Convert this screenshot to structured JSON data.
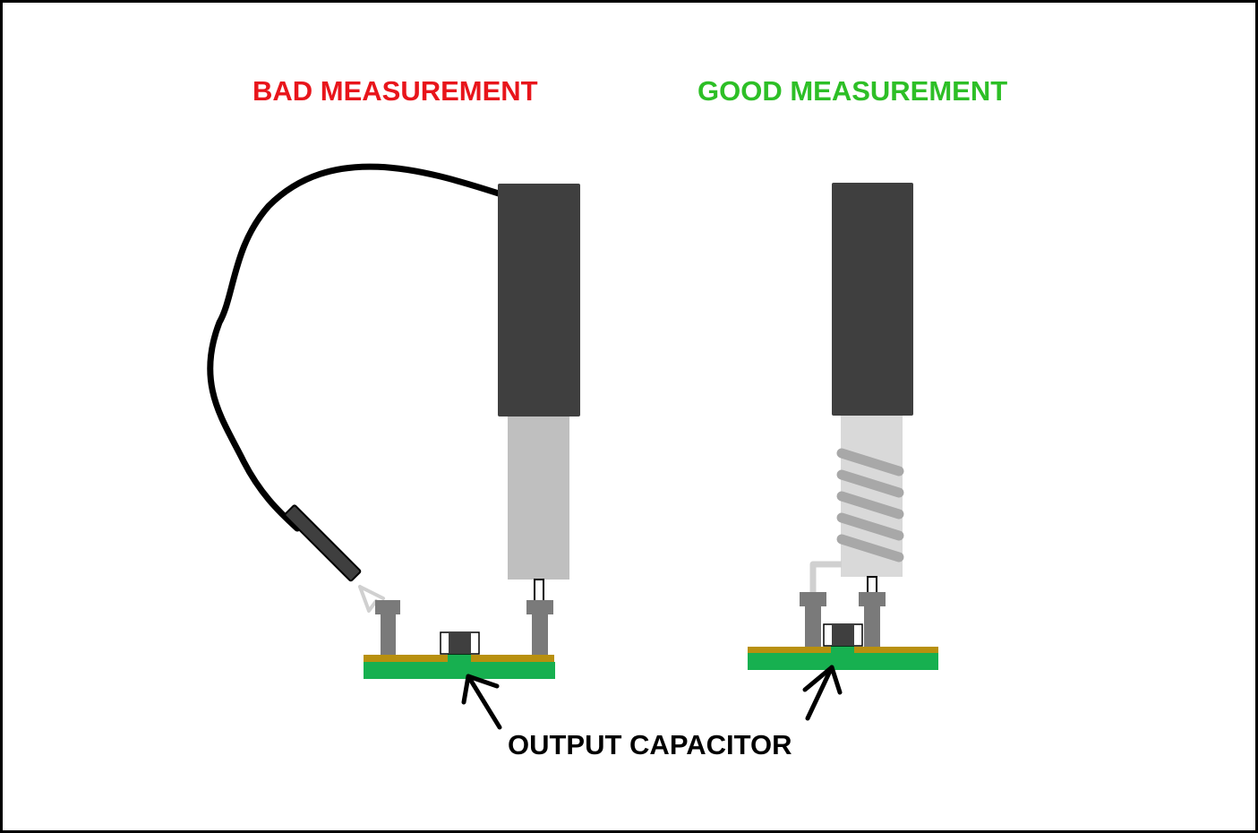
{
  "labels": {
    "bad_measurement": "BAD MEASUREMENT",
    "good_measurement": "GOOD MEASUREMENT",
    "output_capacitor": "OUTPUT CAPACITOR"
  },
  "colors": {
    "bad": "#e8151b",
    "good": "#2dbf26",
    "probe_body": "#3f3f3f",
    "probe_tip_bad": "#bfbfbf",
    "probe_tip_good": "#d9d9d9",
    "spring": "#a8a8a8",
    "pcb": "#17b050",
    "pcb_copper": "#b8900f",
    "post": "#7a7a7a",
    "ground_lead": "#000000"
  },
  "icons": {
    "bad_probe": "oscilloscope-probe-with-long-ground-lead",
    "good_probe": "oscilloscope-probe-with-ground-spring",
    "capacitor": "smd-capacitor"
  }
}
